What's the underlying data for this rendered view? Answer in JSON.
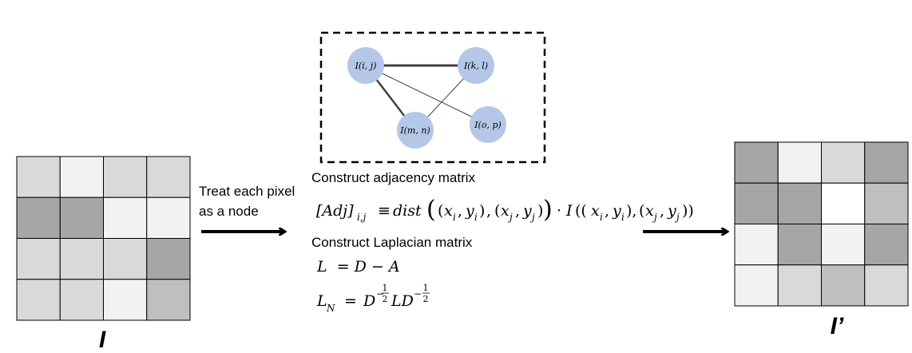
{
  "input_image": {
    "label": "I",
    "rows": [
      [
        "#d9d9d9",
        "#f2f2f2",
        "#d9d9d9",
        "#d9d9d9"
      ],
      [
        "#a6a6a6",
        "#a6a6a6",
        "#f2f2f2",
        "#f2f2f2"
      ],
      [
        "#d9d9d9",
        "#d9d9d9",
        "#d9d9d9",
        "#a6a6a6"
      ],
      [
        "#d9d9d9",
        "#d9d9d9",
        "#f2f2f2",
        "#bfbfbf"
      ]
    ]
  },
  "output_image": {
    "label": "I’",
    "rows": [
      [
        "#a6a6a6",
        "#f2f2f2",
        "#d9d9d9",
        "#a6a6a6"
      ],
      [
        "#a6a6a6",
        "#a6a6a6",
        "#ffffff",
        "#bfbfbf"
      ],
      [
        "#f2f2f2",
        "#a6a6a6",
        "#f2f2f2",
        "#a6a6a6"
      ],
      [
        "#f2f2f2",
        "#d9d9d9",
        "#bfbfbf",
        "#d9d9d9"
      ]
    ]
  },
  "step1_label": [
    "Treat each pixel",
    "as a node"
  ],
  "graph": {
    "node_color": "#b4c7e7",
    "nodes": {
      "ij": "I(i, j)",
      "kl": "I(k, l)",
      "mn": "I(m, n)",
      "op": "I(o, p)"
    }
  },
  "adjacency": {
    "heading": "Construct adjacency matrix",
    "formula": {
      "lhs": "[Adj]",
      "lhs_sub": "i,j",
      "equiv": "≡",
      "dist": "dist",
      "xi": "x",
      "i": "i",
      "yi": "y",
      "j": "j",
      "dot": "·",
      "I": "I"
    }
  },
  "laplacian": {
    "heading": "Construct Laplacian matrix",
    "eq1": "L  = D − A",
    "eq2_lhs": "L",
    "eq2_sub": "N",
    "eq2_rhs_D": "D",
    "eq2_exp_num": "1",
    "eq2_exp_den": "2",
    "eq2_mid": "LD"
  }
}
